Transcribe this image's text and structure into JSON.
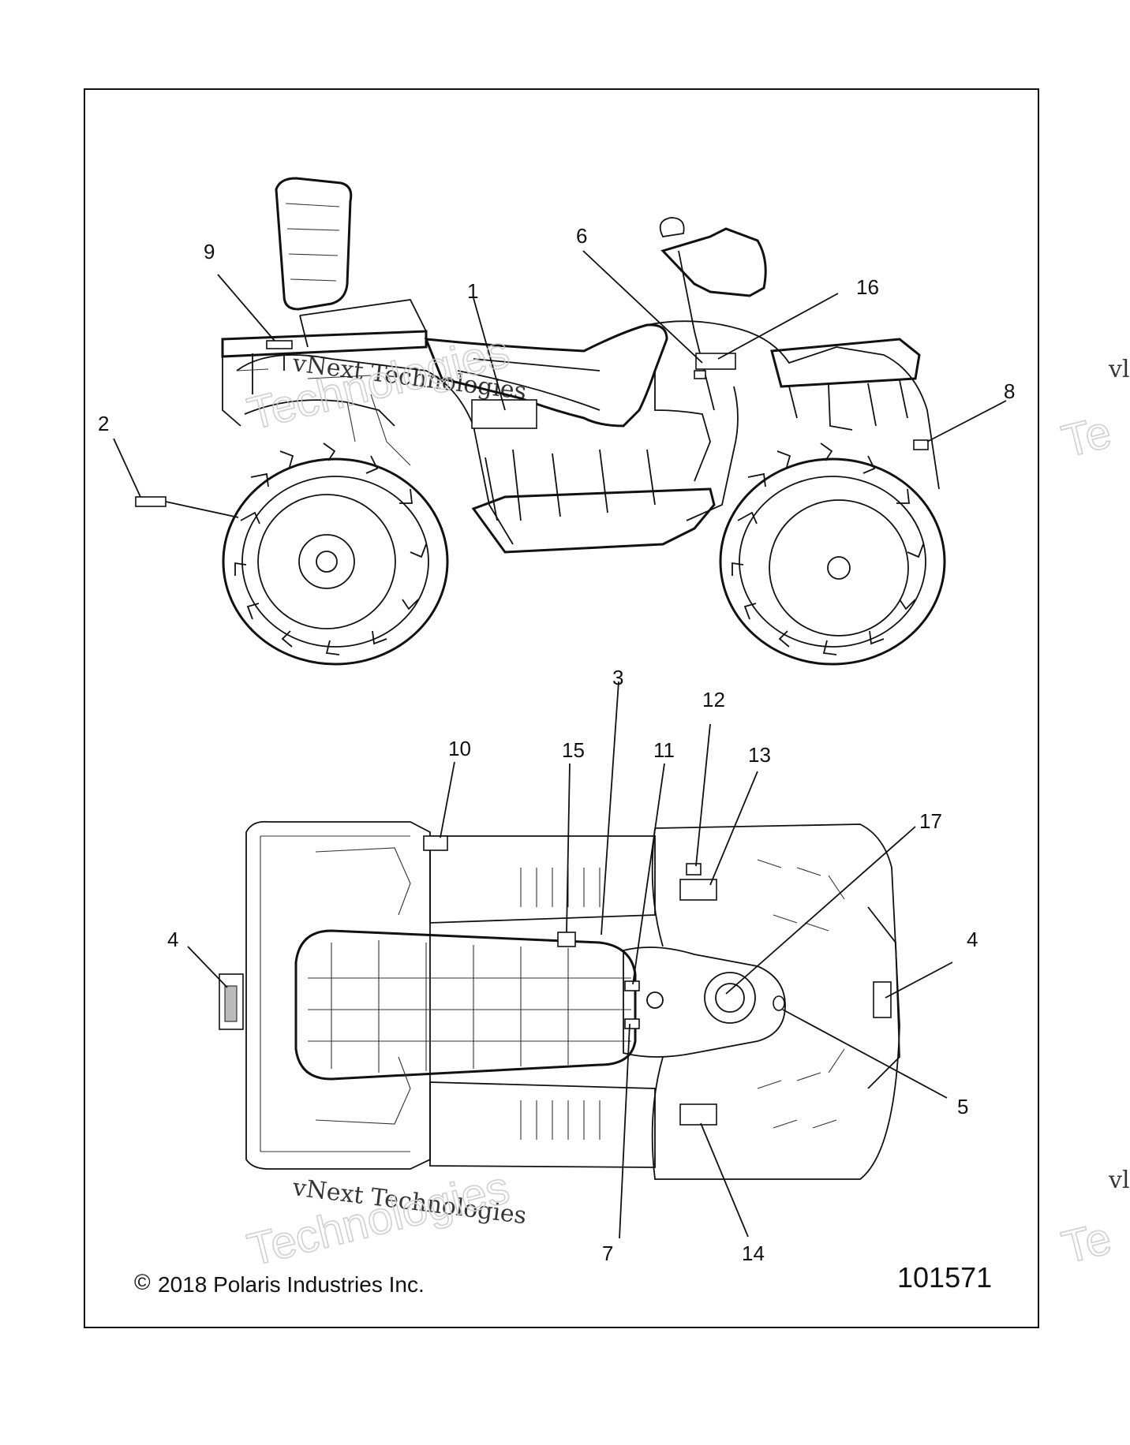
{
  "callouts": [
    "1",
    "2",
    "3",
    "4",
    "4",
    "5",
    "6",
    "7",
    "8",
    "9",
    "10",
    "11",
    "12",
    "13",
    "14",
    "15",
    "16",
    "17"
  ],
  "watermark": {
    "line1": "vNext Technologies",
    "line2": "Technologies",
    "edge1": "vl",
    "edge2": "Te"
  },
  "footer": {
    "copyright_symbol": "©",
    "copyright_text": "2018 Polaris Industries Inc.",
    "drawing_number": "101571"
  }
}
